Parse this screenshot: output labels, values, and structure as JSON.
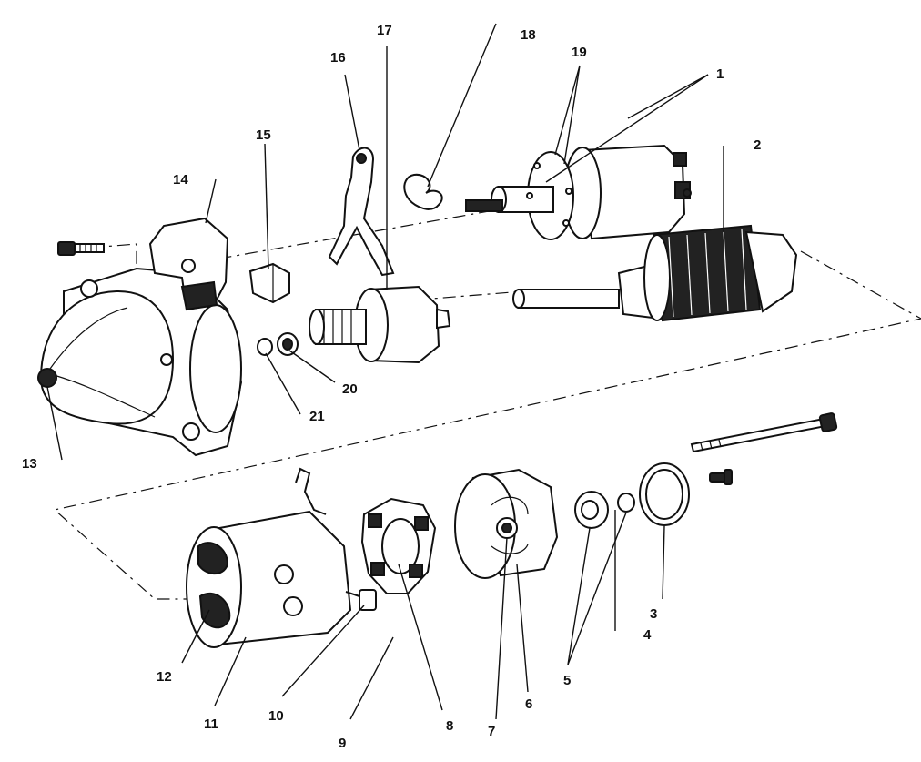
{
  "figure": {
    "labels": [
      "1",
      "2",
      "3",
      "4",
      "5",
      "6",
      "7",
      "8",
      "9",
      "10",
      "11",
      "12",
      "13",
      "14",
      "15",
      "16",
      "17",
      "18",
      "19",
      "20",
      "21"
    ]
  }
}
